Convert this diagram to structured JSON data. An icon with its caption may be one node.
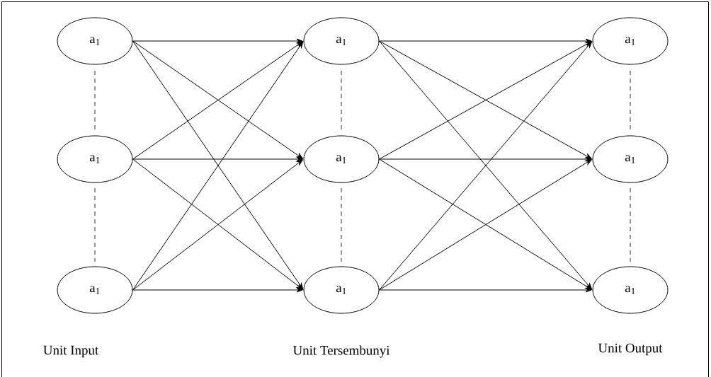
{
  "diagram": {
    "nodes": [
      {
        "text": [
          "a$_{1}$"
        ]
      },
      {
        "text": [
          "a$_{1}$"
        ]
      },
      {
        "text": [
          "a$_{1}$"
        ]
      },
      {
        "text": [
          "a$_{1}$"
        ]
      },
      {
        "text": [
          "a$_{1}$"
        ]
      },
      {
        "text": [
          "a$_{1}$"
        ]
      },
      {
        "text": [
          "a$_{1}$"
        ]
      },
      {
        "text": [
          "a$_{1}$"
        ]
      },
      {
        "text": [
          "a$_{1}$"
        ]
      }
    ],
    "edges": [
      {
        "from": 0,
        "to": 3,
        "arrow": "to"
      },
      {
        "from": 0,
        "to": 4,
        "arrow": "to"
      },
      {
        "from": 0,
        "to": 5,
        "arrow": "to"
      },
      {
        "from": 1,
        "to": 3,
        "arrow": "to"
      },
      {
        "from": 1,
        "to": 4,
        "arrow": "to"
      },
      {
        "from": 1,
        "to": 5,
        "arrow": "to"
      },
      {
        "from": 2,
        "to": 3,
        "arrow": "to"
      },
      {
        "from": 2,
        "to": 4,
        "arrow": "to"
      },
      {
        "from": 2,
        "to": 5,
        "arrow": "to"
      },
      {
        "from": 3,
        "to": 6,
        "arrow": "to"
      },
      {
        "from": 3,
        "to": 7,
        "arrow": "to"
      },
      {
        "from": 3,
        "to": 8,
        "arrow": "to"
      },
      {
        "from": 4,
        "to": 6,
        "arrow": "to"
      },
      {
        "from": 4,
        "to": 7,
        "arrow": "to"
      },
      {
        "from": 4,
        "to": 8,
        "arrow": "to"
      },
      {
        "from": 5,
        "to": 6,
        "arrow": "to"
      },
      {
        "from": 5,
        "to": 7,
        "arrow": "to"
      },
      {
        "from": 5,
        "to": 8,
        "arrow": "to"
      }
    ],
    "labels": [
      "Unit Input",
      "Unit Tersembunyi",
      "Unit Output"
    ]
  }
}
